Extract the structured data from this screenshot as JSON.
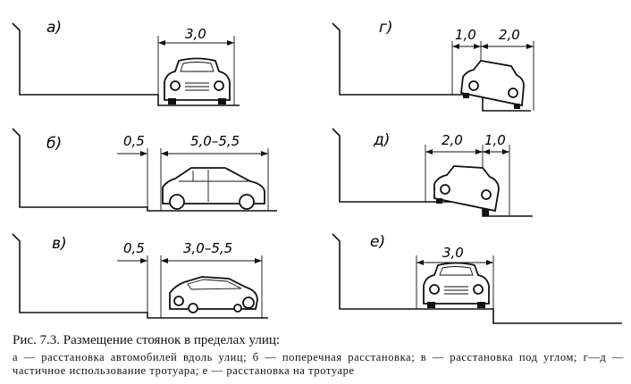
{
  "figure": {
    "panels": [
      {
        "letter": "а)",
        "dims": [
          "3,0"
        ]
      },
      {
        "letter": "б)",
        "dims": [
          "0,5",
          "5,0–5,5"
        ]
      },
      {
        "letter": "в)",
        "dims": [
          "0,5",
          "3,0–5,5"
        ]
      },
      {
        "letter": "г)",
        "dims": [
          "1,0",
          "2,0"
        ]
      },
      {
        "letter": "д)",
        "dims": [
          "2,0",
          "1,0"
        ]
      },
      {
        "letter": "е)",
        "dims": [
          "3,0"
        ]
      }
    ]
  },
  "caption": {
    "title": "Рис. 7.3. Размещение стоянок в пределах улиц:",
    "body": "а — расстановка автомобилей вдоль улиц; б — поперечная расстановка; в — расстановка под углом; г—д — частичное использование тротуара; е — расстановка на тротуаре"
  }
}
